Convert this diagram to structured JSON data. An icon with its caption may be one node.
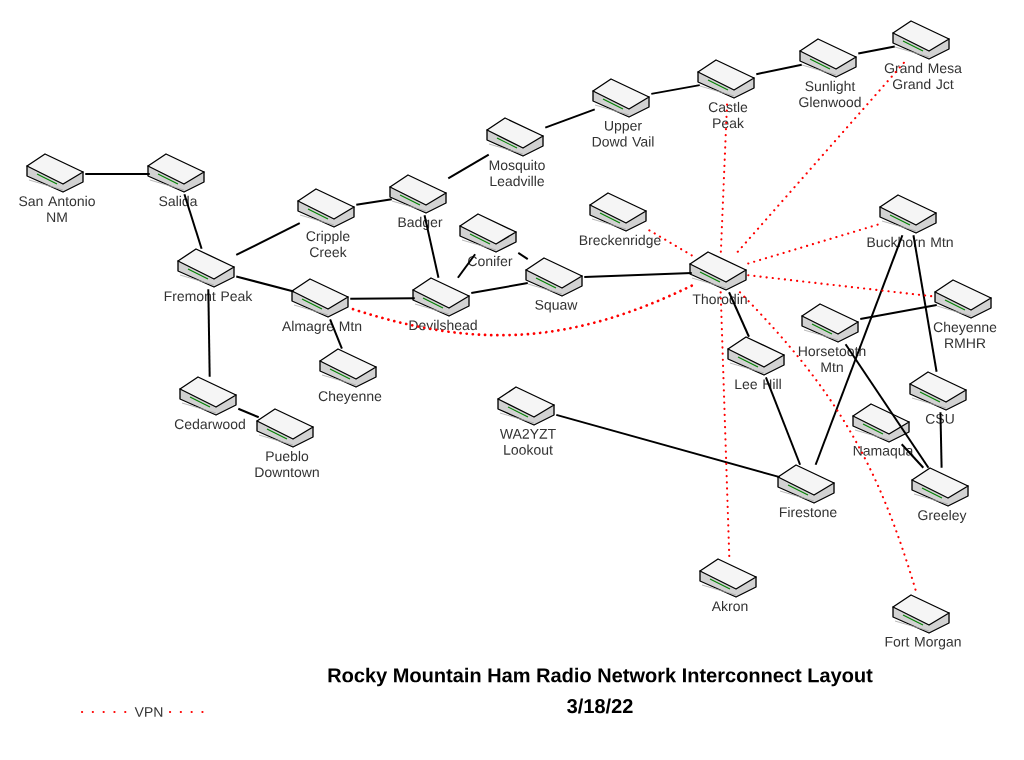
{
  "diagram": {
    "title": "Rocky Mountain Ham Radio Network Interconnect Layout",
    "labels": [
      "3/18/22"
    ],
    "legend": [
      {
        "text": "VPN"
      }
    ],
    "nodes": [
      {
        "text": [
          "San Antonio NM"
        ]
      },
      {
        "text": [
          "Salida"
        ]
      },
      {
        "text": [
          "Fremont Peak"
        ]
      },
      {
        "text": [
          "Cripple Creek"
        ]
      },
      {
        "text": [
          "Badger"
        ]
      },
      {
        "text": [
          "Mosquito Leadville"
        ]
      },
      {
        "text": [
          "Upper Dowd Vail"
        ]
      },
      {
        "text": [
          "Castle Peak"
        ]
      },
      {
        "text": [
          "Sunlight Glenwood"
        ]
      },
      {
        "text": [
          "Grand Mesa Grand Jct"
        ]
      },
      {
        "text": [
          "Almagre Mtn"
        ]
      },
      {
        "text": [
          "Devilshead"
        ]
      },
      {
        "text": [
          "Conifer"
        ]
      },
      {
        "text": [
          "Squaw"
        ]
      },
      {
        "text": [
          "Breckenridge"
        ]
      },
      {
        "text": [
          "Thorodin"
        ]
      },
      {
        "text": [
          "Buckhorn Mtn"
        ]
      },
      {
        "text": [
          "Cheyenne RMHR"
        ]
      },
      {
        "text": [
          "Horsetooth Mtn"
        ]
      },
      {
        "text": [
          "Lee Hill"
        ]
      },
      {
        "text": [
          "Cheyenne"
        ]
      },
      {
        "text": [
          "Cedarwood"
        ]
      },
      {
        "text": [
          "Pueblo Downtown"
        ]
      },
      {
        "text": [
          "WA2YZT Lookout"
        ]
      },
      {
        "text": [
          "CSU"
        ]
      },
      {
        "text": [
          "Namaqua"
        ]
      },
      {
        "text": [
          "Firestone"
        ]
      },
      {
        "text": [
          "Greeley"
        ]
      },
      {
        "text": [
          "Akron"
        ]
      },
      {
        "text": [
          "Fort Morgan"
        ]
      }
    ],
    "edges": [
      {
        "from": 0,
        "to": 1,
        "arrow": "none"
      },
      {
        "from": 1,
        "to": 2,
        "arrow": "none"
      },
      {
        "from": 2,
        "to": 3,
        "arrow": "none"
      },
      {
        "from": 3,
        "to": 4,
        "arrow": "none"
      },
      {
        "from": 4,
        "to": 5,
        "arrow": "none"
      },
      {
        "from": 5,
        "to": 6,
        "arrow": "none"
      },
      {
        "from": 6,
        "to": 7,
        "arrow": "none"
      },
      {
        "from": 7,
        "to": 8,
        "arrow": "none"
      },
      {
        "from": 8,
        "to": 9,
        "arrow": "none"
      },
      {
        "from": 2,
        "to": 10,
        "arrow": "none"
      },
      {
        "from": 2,
        "to": 21,
        "arrow": "none"
      },
      {
        "from": 21,
        "to": 22,
        "arrow": "none"
      },
      {
        "from": 10,
        "to": 11,
        "arrow": "none"
      },
      {
        "from": 10,
        "to": 20,
        "arrow": "none"
      },
      {
        "from": 4,
        "to": 11,
        "arrow": "none"
      },
      {
        "from": 11,
        "to": 12,
        "arrow": "none"
      },
      {
        "from": 12,
        "to": 13,
        "arrow": "none"
      },
      {
        "from": 11,
        "to": 13,
        "arrow": "none"
      },
      {
        "from": 13,
        "to": 15,
        "arrow": "none"
      },
      {
        "from": 15,
        "to": 19,
        "arrow": "none"
      },
      {
        "from": 19,
        "to": 26,
        "arrow": "none"
      },
      {
        "from": 23,
        "to": 26,
        "arrow": "none"
      },
      {
        "from": 26,
        "to": 16,
        "arrow": "none"
      },
      {
        "from": 16,
        "to": 24,
        "arrow": "none"
      },
      {
        "from": 24,
        "to": 27,
        "arrow": "none"
      },
      {
        "from": 18,
        "to": 17,
        "arrow": "none"
      },
      {
        "from": 18,
        "to": 27,
        "arrow": "none"
      },
      {
        "from": 25,
        "to": 27,
        "arrow": "none"
      },
      {
        "from": 15,
        "to": 7,
        "arrow": "none",
        "style": "dashed",
        "color": "#ff0000"
      },
      {
        "from": 15,
        "to": 9,
        "arrow": "none",
        "style": "dashed",
        "color": "#ff0000"
      },
      {
        "from": 15,
        "to": 14,
        "arrow": "none",
        "style": "dashed",
        "color": "#ff0000"
      },
      {
        "from": 15,
        "to": 16,
        "arrow": "none",
        "style": "dashed",
        "color": "#ff0000"
      },
      {
        "from": 15,
        "to": 17,
        "arrow": "none",
        "style": "dashed",
        "color": "#ff0000"
      },
      {
        "from": 15,
        "to": 28,
        "arrow": "none",
        "style": "dashed",
        "color": "#ff0000"
      },
      {
        "from": 15,
        "to": 29,
        "arrow": "none",
        "style": "dashed",
        "color": "#ff0000"
      },
      {
        "from": 15,
        "to": 10,
        "arrow": "none",
        "style": "dashed",
        "color": "#ff0000"
      }
    ]
  }
}
